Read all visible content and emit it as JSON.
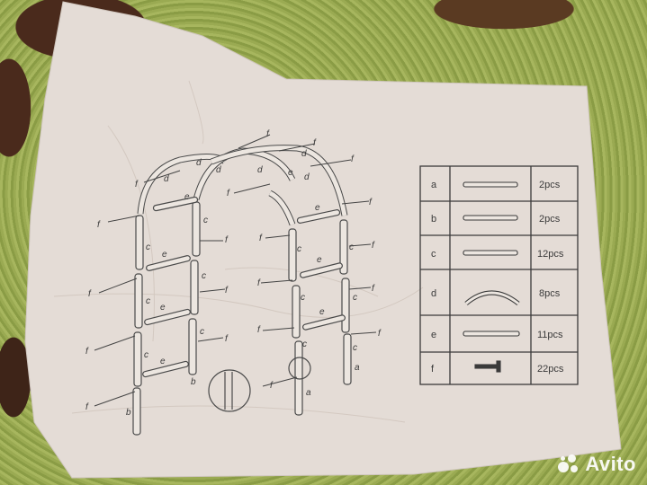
{
  "parts_table": {
    "rows": [
      {
        "letter": "a",
        "qty": "2pcs"
      },
      {
        "letter": "b",
        "qty": "2pcs"
      },
      {
        "letter": "c",
        "qty": "12pcs"
      },
      {
        "letter": "d",
        "qty": "8pcs"
      },
      {
        "letter": "e",
        "qty": "11pcs"
      },
      {
        "letter": "f",
        "qty": "22pcs"
      }
    ]
  },
  "diagram_labels": {
    "d": "d",
    "c": "c",
    "e": "e",
    "f": "f",
    "a": "a",
    "b": "b"
  },
  "watermark": {
    "text": "Avito"
  },
  "colors": {
    "paper": "#e4dcd6",
    "ink": "#3a3a3a",
    "blanket": "#8a9c45",
    "blanket_dark": "#4a2a1c"
  }
}
